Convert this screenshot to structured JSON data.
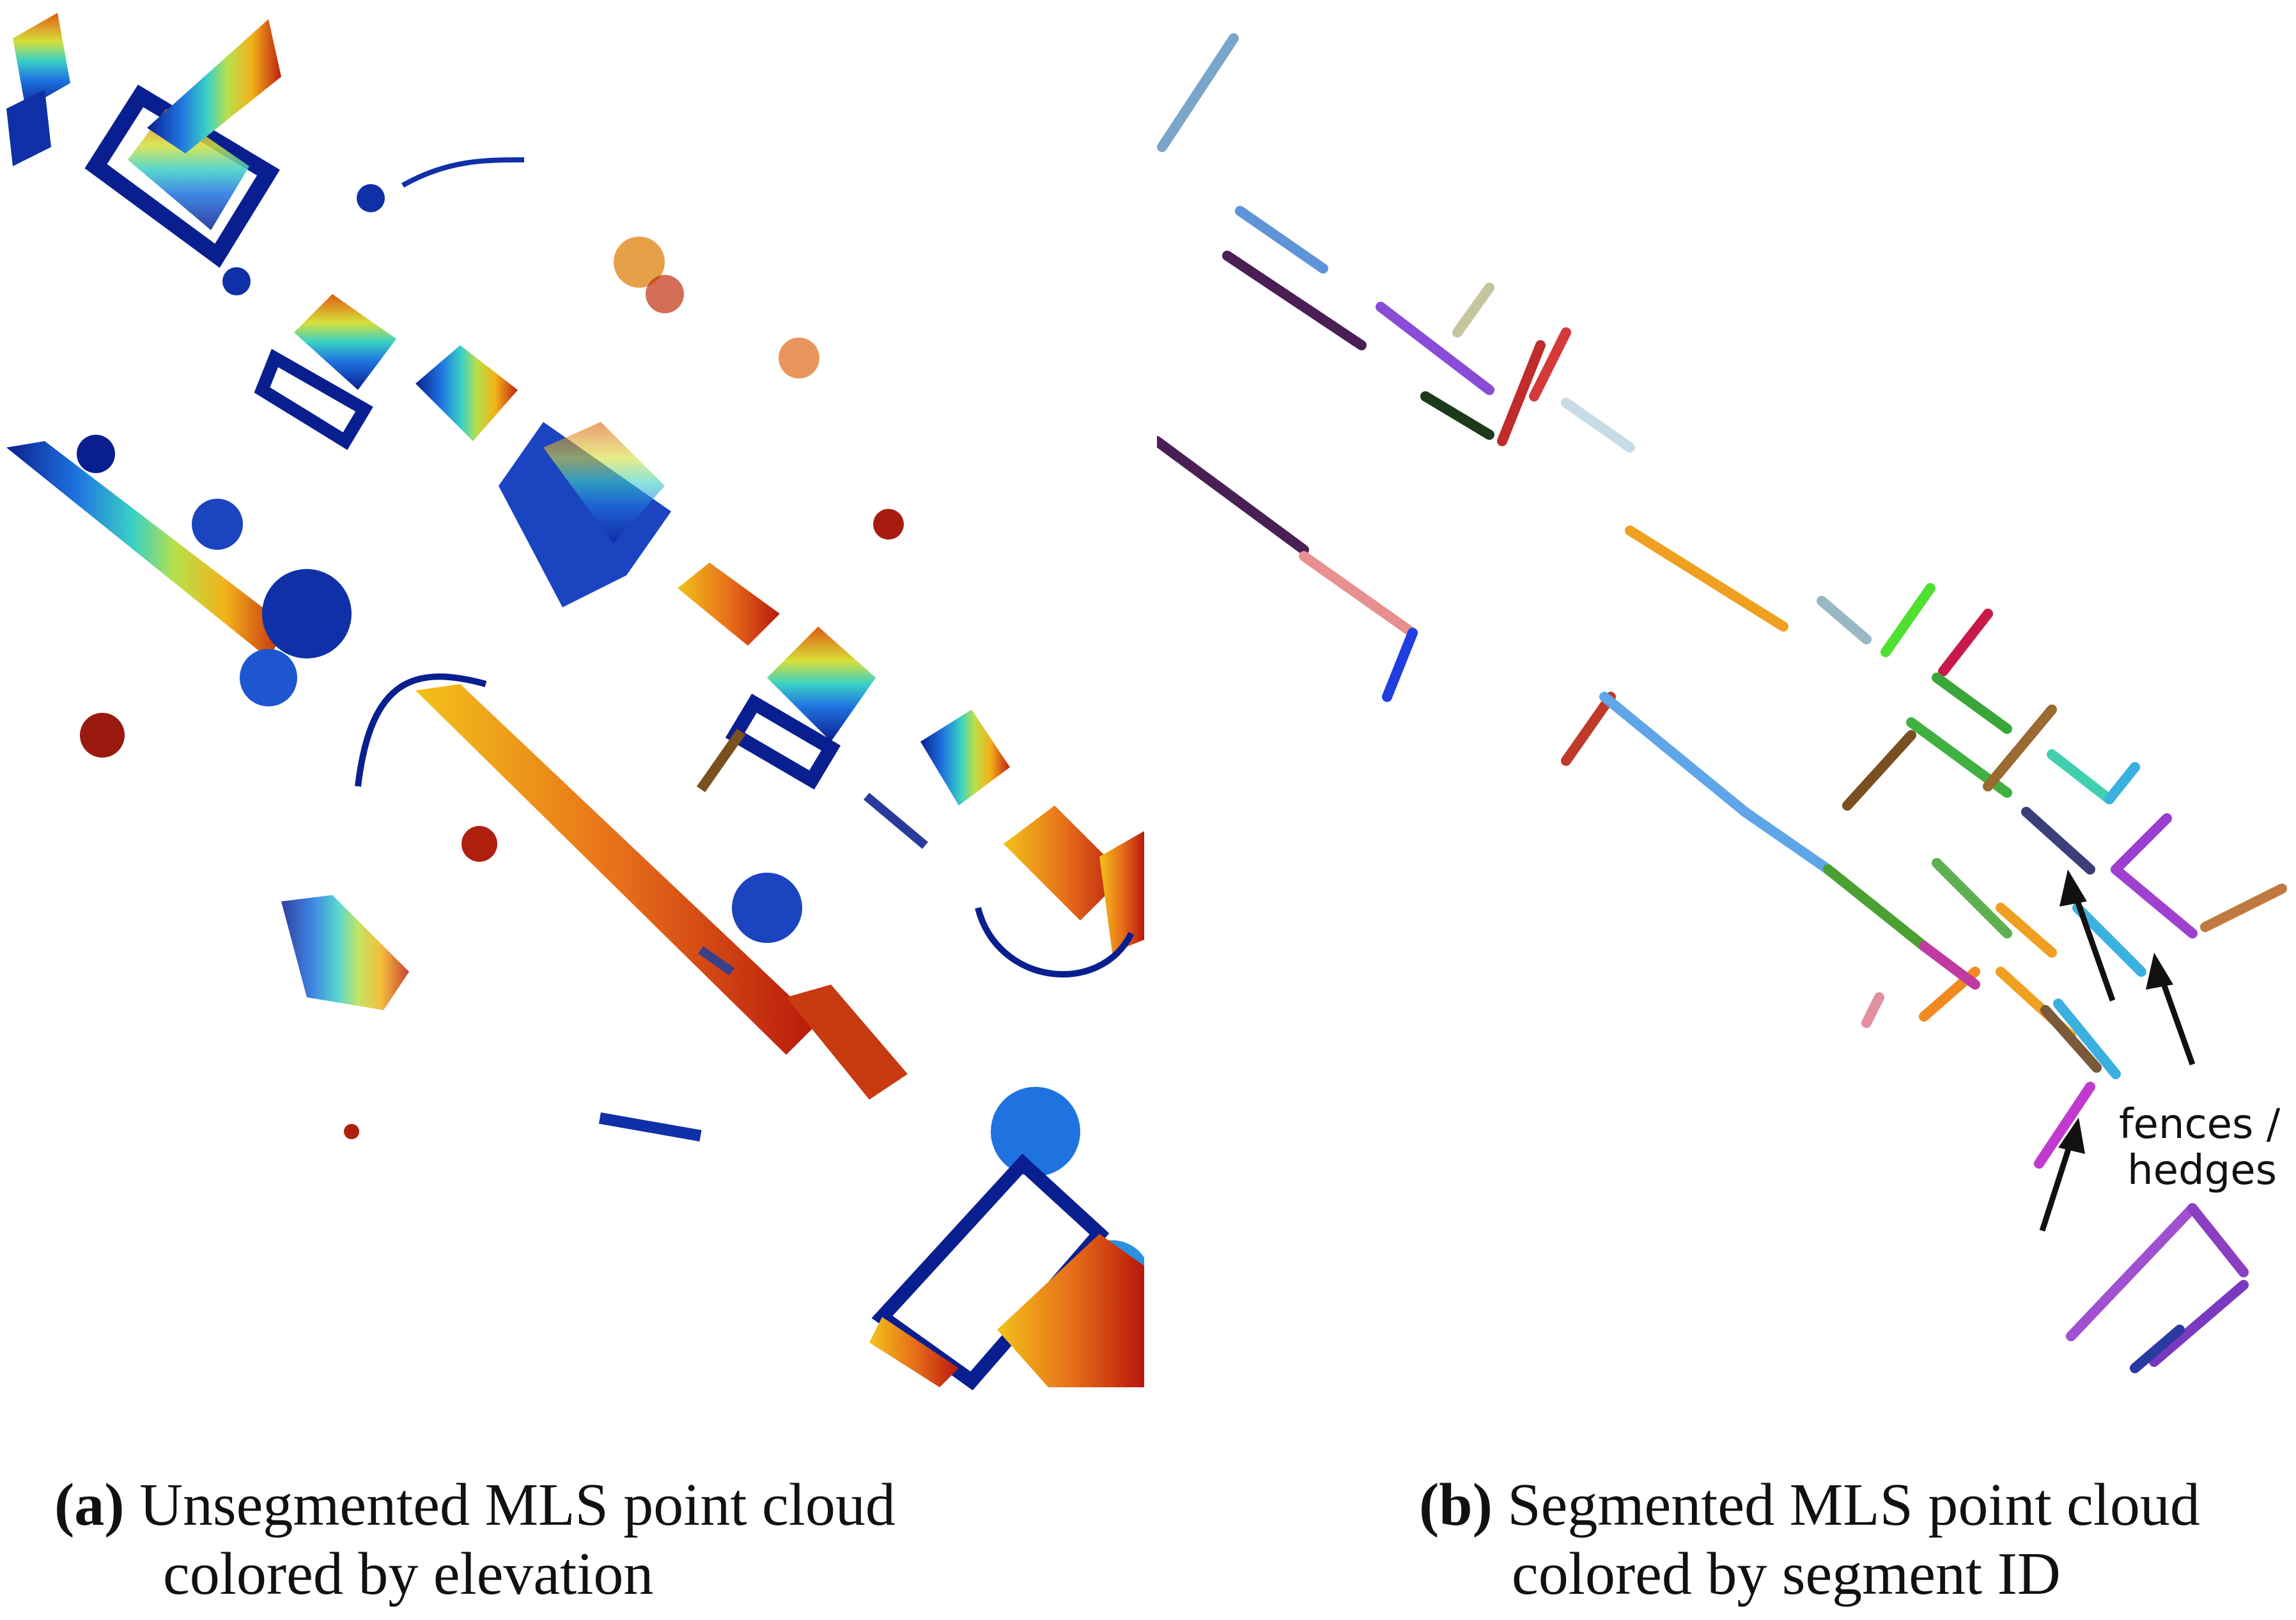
{
  "panel_a": {
    "caption_tag": "(a)",
    "caption_line1": "Unsegmented MLS point cloud",
    "caption_line2": "colored by elevation"
  },
  "panel_b": {
    "caption_tag": "(b)",
    "caption_line1": "Segmented MLS point cloud",
    "caption_line2": "colored by segment ID",
    "annotation_line1": "fences /",
    "annotation_line2": "hedges"
  },
  "colors": {
    "elevation_low": "#0a1f8f",
    "elevation_mid": "#3ad1c6",
    "elevation_high": "#c0200f",
    "background": "#ffffff"
  }
}
